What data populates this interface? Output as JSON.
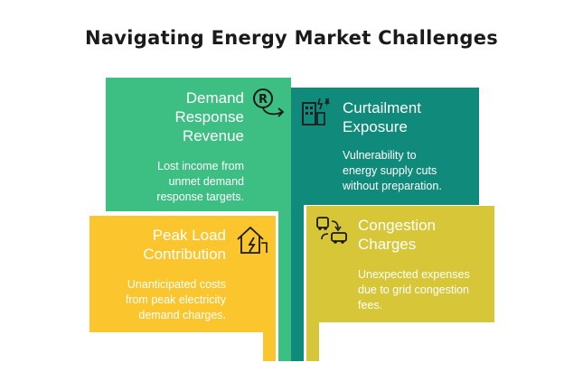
{
  "title": "Navigating Energy Market Challenges",
  "colors": {
    "green": "#3dbe82",
    "teal": "#108a7a",
    "yellow": "#fbc52e",
    "olive": "#d6c638"
  },
  "cards": {
    "demand": {
      "heading_lines": [
        "Demand",
        "Response",
        "Revenue"
      ],
      "desc_lines": [
        "Lost income from",
        "unmet demand",
        "response targets."
      ],
      "icon": "revenue-decline-icon"
    },
    "curtailment": {
      "heading_lines": [
        "Curtailment",
        "Exposure"
      ],
      "desc_lines": [
        "Vulnerability to",
        "energy supply cuts",
        "without preparation."
      ],
      "icon": "power-building-icon"
    },
    "peak": {
      "heading_lines": [
        "Peak Load",
        "Contribution"
      ],
      "desc_lines": [
        "Unanticipated costs",
        "from peak electricity",
        "demand charges."
      ],
      "icon": "house-lightning-icon"
    },
    "congestion": {
      "heading_lines": [
        "Congestion",
        "Charges"
      ],
      "desc_lines": [
        "Unexpected expenses",
        "due to grid congestion",
        "fees."
      ],
      "icon": "traffic-congestion-icon"
    }
  }
}
